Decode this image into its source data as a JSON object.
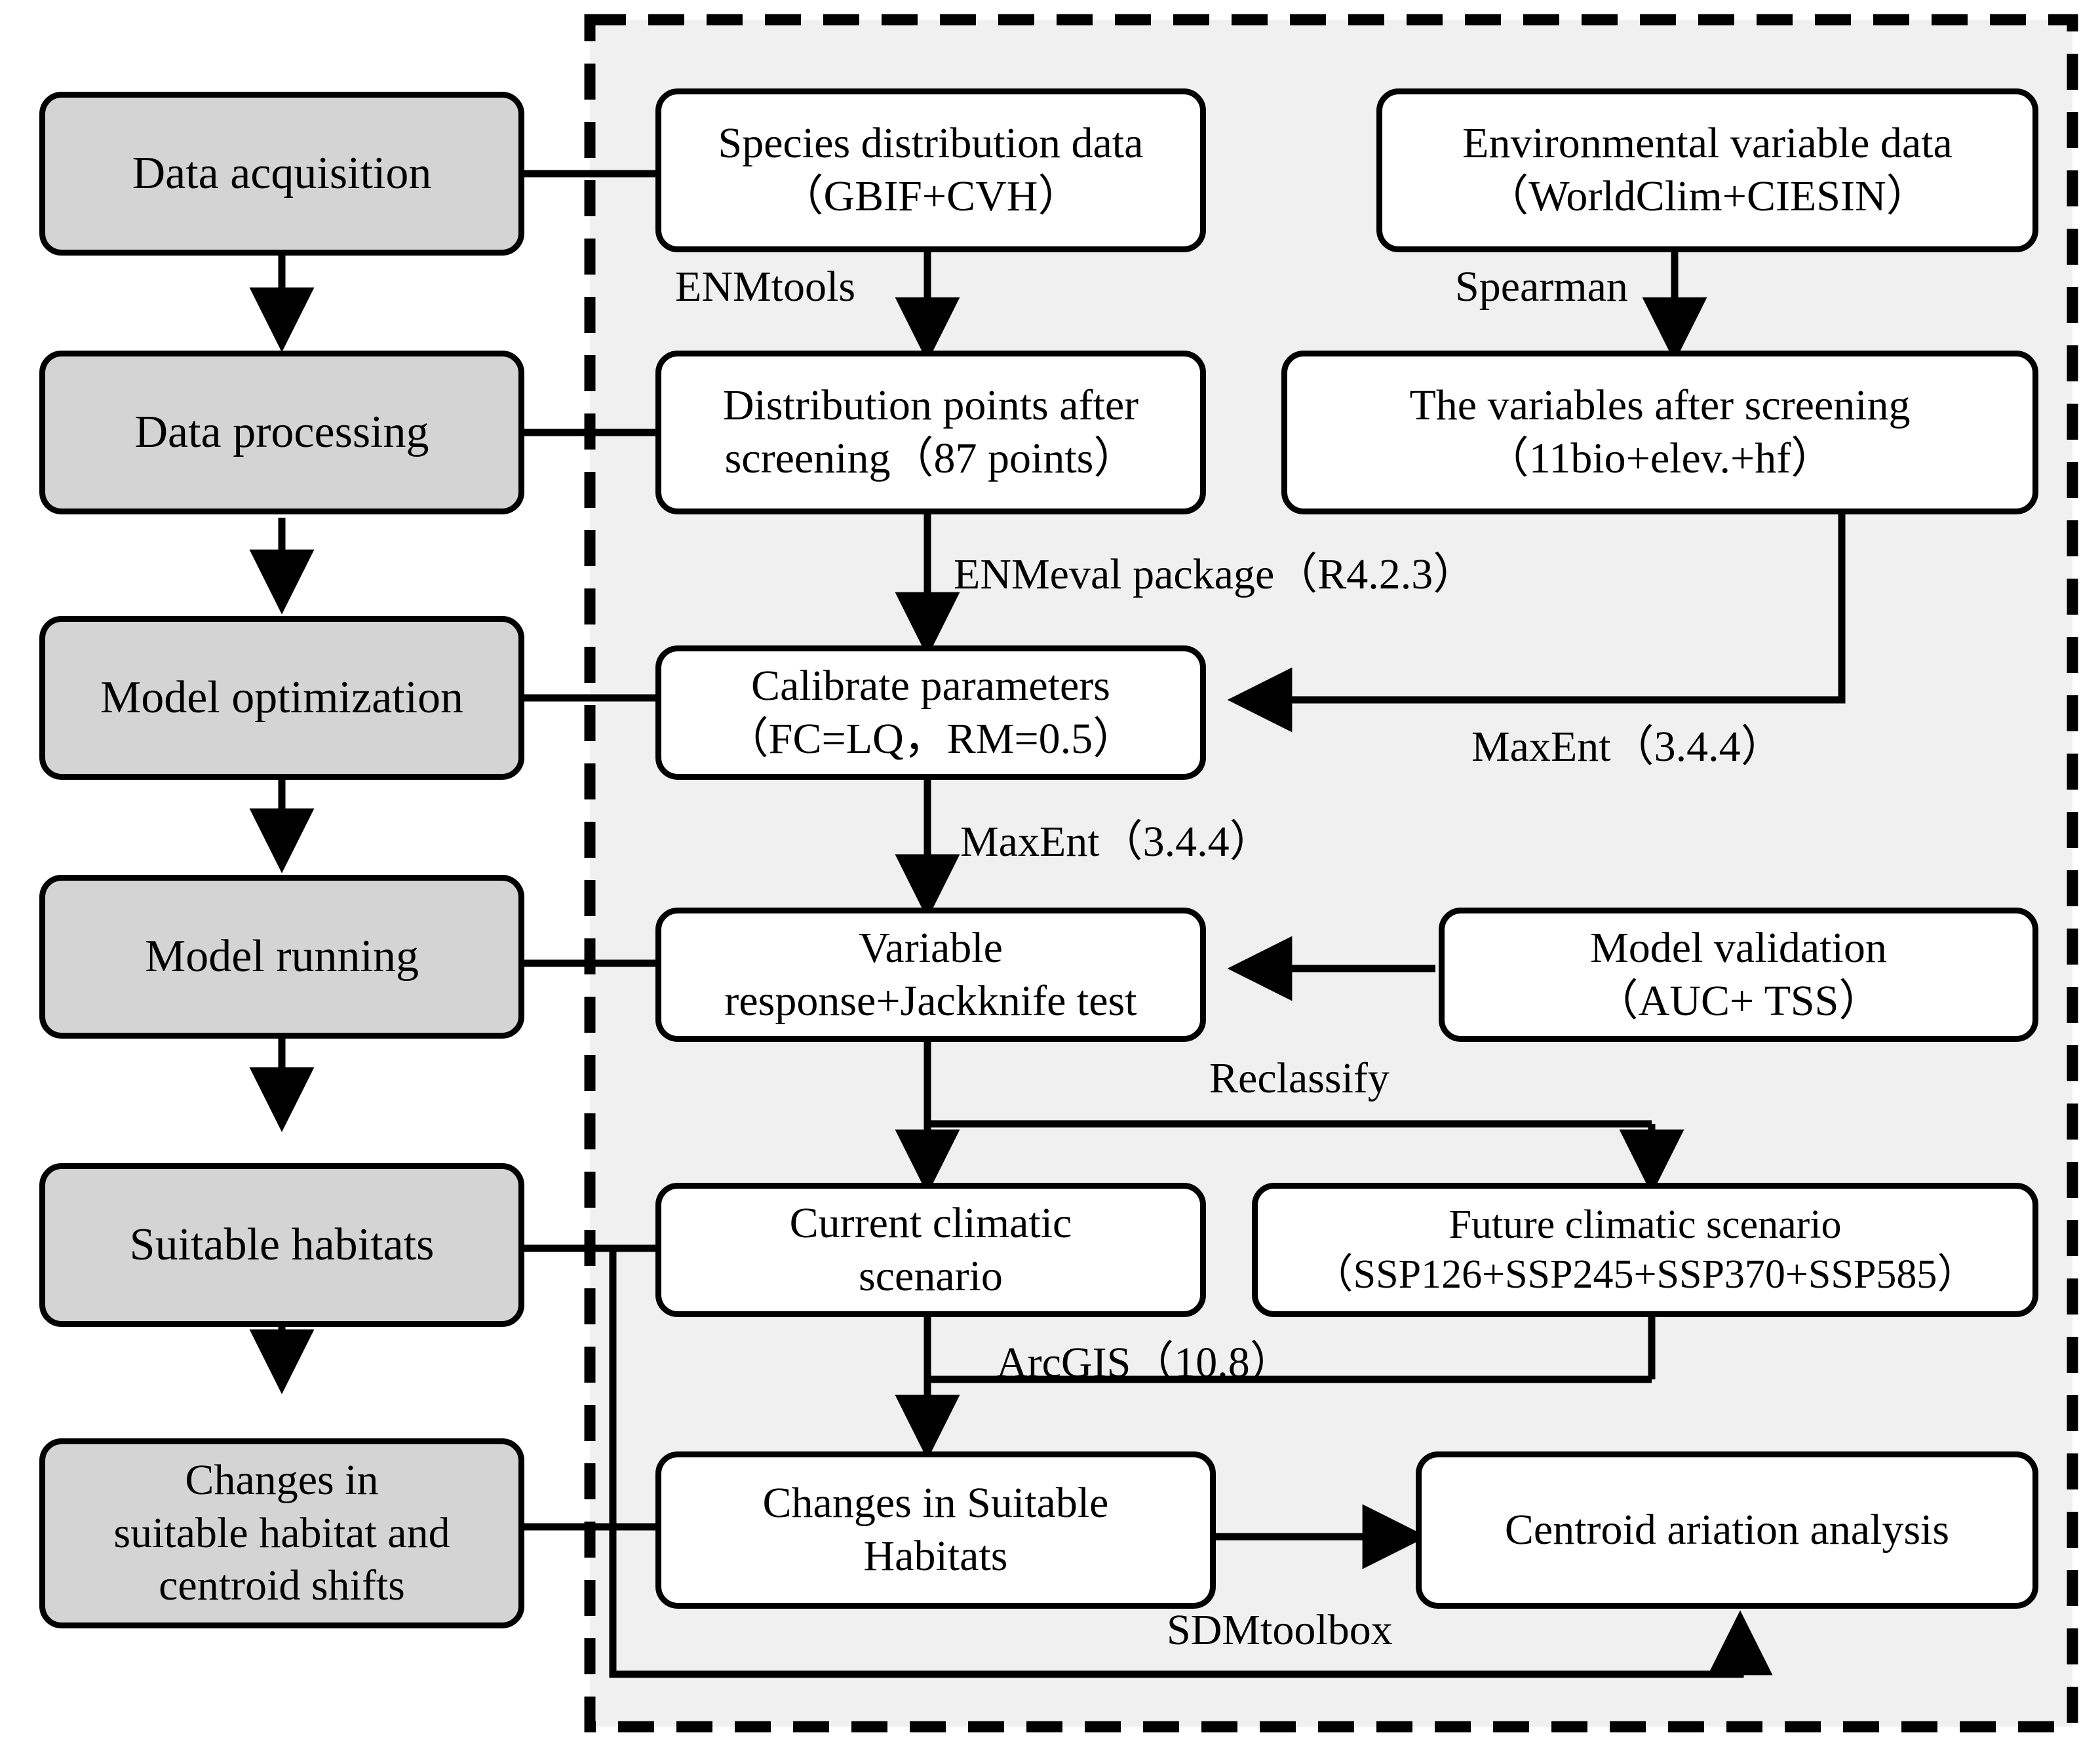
{
  "diagram": {
    "title": "Species distribution modelling workflow",
    "panel": {
      "fill": "#f0f0f0",
      "border_style": "dashed",
      "border_color": "#000000"
    },
    "stage_colors": {
      "stage_box_fill": "#d4d4d4",
      "process_box_fill": "#ffffff",
      "line_color": "#000000"
    },
    "stages": [
      {
        "id": "data-acquisition",
        "label": "Data acquisition"
      },
      {
        "id": "data-processing",
        "label": "Data processing"
      },
      {
        "id": "model-optimization",
        "label": "Model optimization"
      },
      {
        "id": "model-running",
        "label": "Model running"
      },
      {
        "id": "suitable-habitats",
        "label": "Suitable habitats"
      },
      {
        "id": "changes-centroid",
        "label_lines": [
          "Changes in",
          "suitable habitat and",
          "centroid shifts"
        ]
      }
    ],
    "nodes": [
      {
        "id": "species-distribution-data",
        "lines": [
          "Species distribution data",
          "（GBIF+CVH）"
        ]
      },
      {
        "id": "environmental-variable-data",
        "lines": [
          "Environmental variable data",
          "（WorldClim+CIESIN）"
        ]
      },
      {
        "id": "distribution-points-after-screening",
        "lines": [
          "Distribution points after",
          "screening（87 points）"
        ]
      },
      {
        "id": "variables-after-screening",
        "lines": [
          "The variables after screening",
          "（11bio+elev.+hf）"
        ]
      },
      {
        "id": "calibrate-parameters",
        "lines": [
          "Calibrate  parameters",
          "（FC=LQ，RM=0.5）"
        ]
      },
      {
        "id": "variable-response-jackknife",
        "lines": [
          "Variable",
          "response+Jackknife test"
        ]
      },
      {
        "id": "model-validation",
        "lines": [
          "Model validation",
          "（AUC+ TSS）"
        ]
      },
      {
        "id": "current-climatic-scenario",
        "lines": [
          "Current climatic",
          "scenario"
        ]
      },
      {
        "id": "future-climatic-scenario",
        "lines": [
          "Future climatic scenario",
          "（SSP126+SSP245+SSP370+SSP585）"
        ]
      },
      {
        "id": "changes-in-suitable-habitats",
        "lines": [
          "Changes in Suitable",
          "Habitats"
        ]
      },
      {
        "id": "centroid-variation-analysis",
        "lines": [
          "Centroid ariation analysis"
        ]
      }
    ],
    "edge_labels": [
      {
        "id": "enmtools",
        "text": "ENMtools"
      },
      {
        "id": "spearman",
        "text": "Spearman"
      },
      {
        "id": "enmeval-package",
        "text": "ENMeval package（R4.2.3）"
      },
      {
        "id": "maxent-right",
        "text": "MaxEnt（3.4.4）"
      },
      {
        "id": "maxent-down",
        "text": "MaxEnt（3.4.4）"
      },
      {
        "id": "reclassify",
        "text": "Reclassify"
      },
      {
        "id": "arcgis",
        "text": "ArcGIS（10.8）"
      },
      {
        "id": "sdmtoolbox",
        "text": "SDMtoolbox"
      }
    ]
  }
}
